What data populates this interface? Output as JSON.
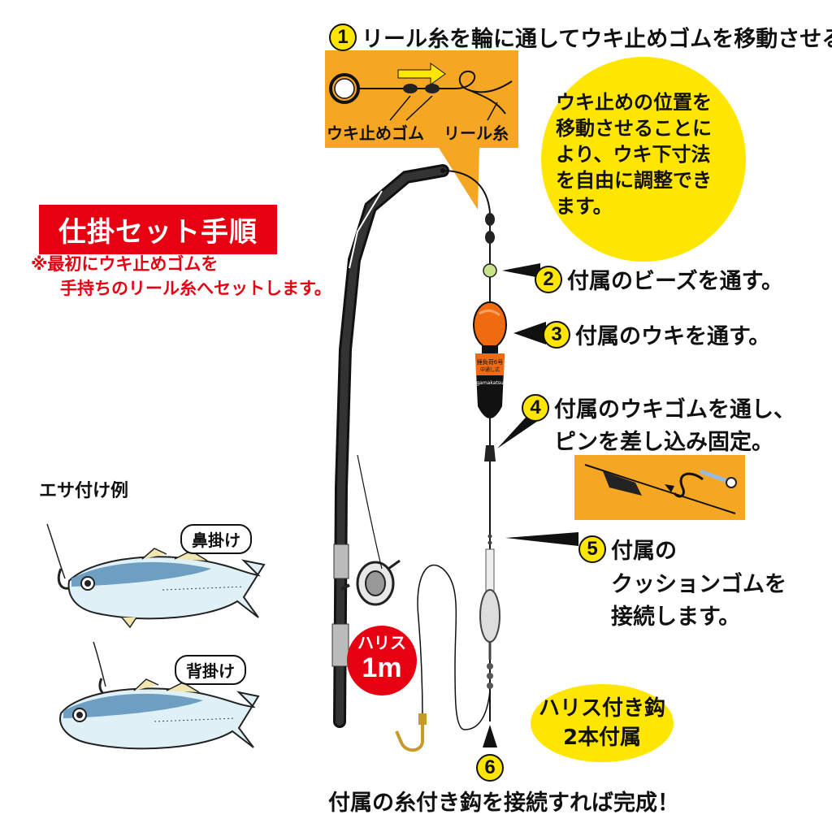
{
  "title": "仕掛セット手順",
  "note_lines": [
    "※最初にウキ止めゴムを",
    "手持ちのリール糸へセットします。"
  ],
  "steps": [
    {
      "num": "1",
      "text": "リール糸を輪に通してウキ止めゴムを移動させる。"
    },
    {
      "num": "2",
      "text": "付属のビーズを通す。"
    },
    {
      "num": "3",
      "text": "付属のウキを通す。"
    },
    {
      "num": "4",
      "lines": [
        "付属のウキゴムを通し、",
        "ピンを差し込み固定。"
      ]
    },
    {
      "num": "5",
      "lines": [
        "付属の",
        "クッションゴムを",
        "接続します。"
      ]
    },
    {
      "num": "6",
      "text": "付属の糸付き鈎を接続すれば完成！"
    }
  ],
  "inset1": {
    "label_left": "ウキ止めゴム",
    "label_right": "リール糸"
  },
  "bubble_lines": [
    "ウキ止めの位置を",
    "移動させることに",
    "より、ウキ下寸法",
    "を自由に調整でき",
    "ます。"
  ],
  "bait_title": "エサ付け例",
  "bait_examples": [
    "鼻掛け",
    "背掛け"
  ],
  "harisu": {
    "line1": "ハリス",
    "line2": "1m"
  },
  "hook_badge": {
    "line1": "ハリス付き鈎",
    "line2": "2本付属"
  },
  "float_text": {
    "size": "錘負荷6号",
    "line": "中通し式",
    "brand": "gamakatsu"
  },
  "colors": {
    "red": "#e60012",
    "yellow": "#ffe600",
    "orange": "#f5a623",
    "float_orange": "#f06a0f"
  }
}
